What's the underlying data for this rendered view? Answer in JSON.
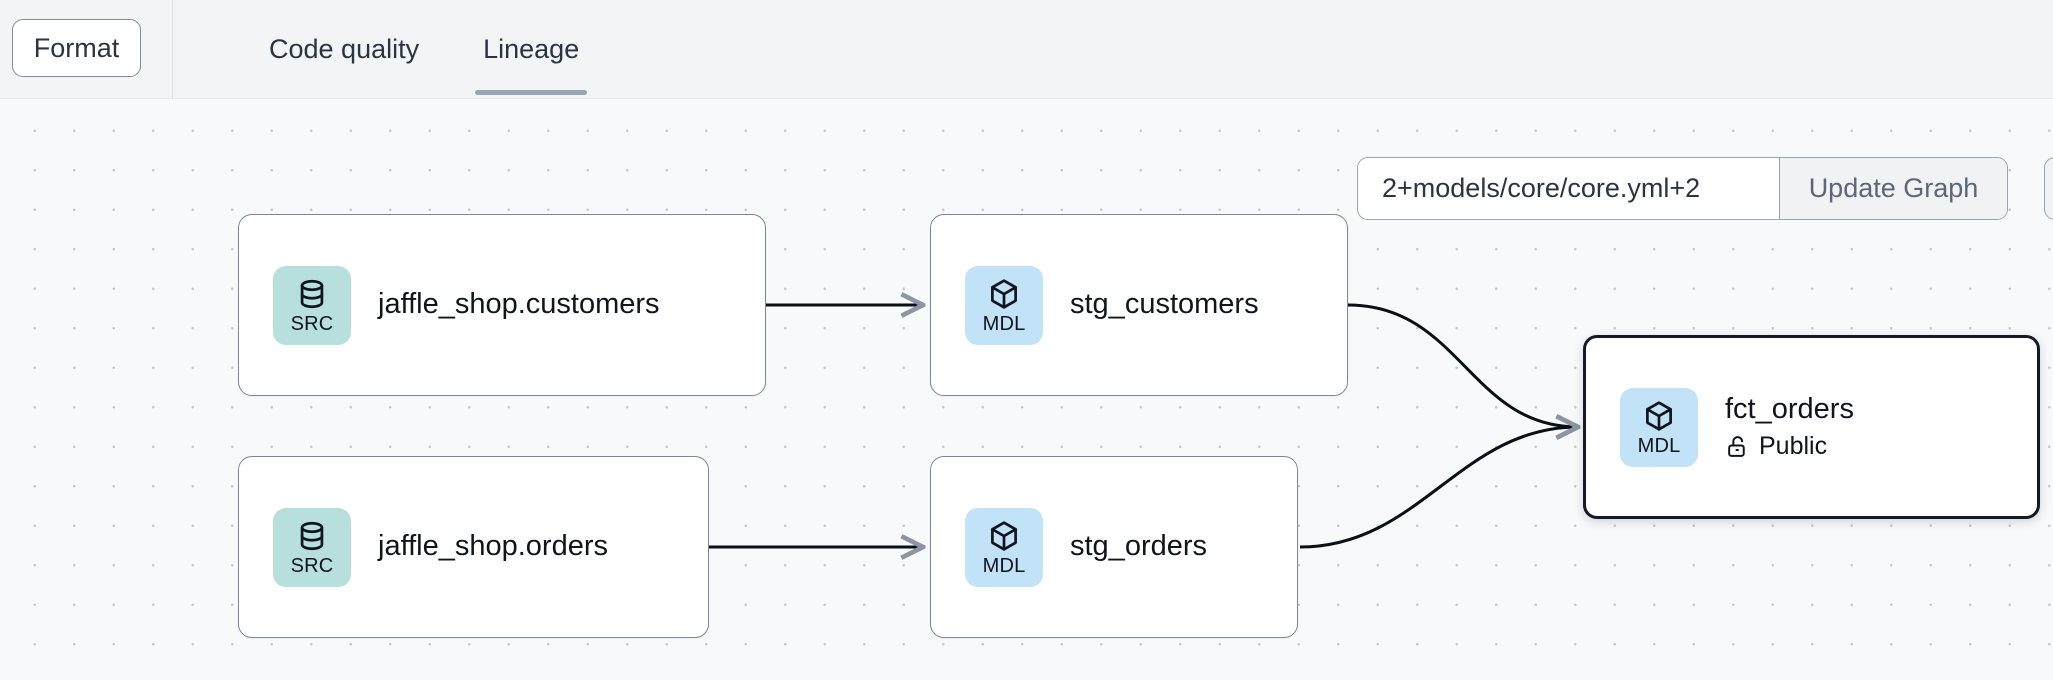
{
  "toolbar": {
    "format_label": "Format",
    "tabs": [
      {
        "label": "Code quality",
        "active": false
      },
      {
        "label": "Lineage",
        "active": true
      }
    ]
  },
  "graph_controls": {
    "selector_value": "2+models/core/core.yml+2",
    "selector_placeholder": "2+models/core/core.yml+2",
    "update_button_label": "Update Graph"
  },
  "lineage": {
    "nodes": [
      {
        "id": "src-customers",
        "badge_label": "SRC",
        "badge_kind": "database-icon",
        "badge_color": "#b7dfdc",
        "title": "jaffle_shop.customers",
        "subtitle": null,
        "selected": false
      },
      {
        "id": "mdl-stg-customers",
        "badge_label": "MDL",
        "badge_kind": "cube-icon",
        "badge_color": "#c1e2f7",
        "title": "stg_customers",
        "subtitle": null,
        "selected": false
      },
      {
        "id": "src-orders",
        "badge_label": "SRC",
        "badge_kind": "database-icon",
        "badge_color": "#b7dfdc",
        "title": "jaffle_shop.orders",
        "subtitle": null,
        "selected": false
      },
      {
        "id": "mdl-stg-orders",
        "badge_label": "MDL",
        "badge_kind": "cube-icon",
        "badge_color": "#c1e2f7",
        "title": "stg_orders",
        "subtitle": null,
        "selected": false
      },
      {
        "id": "mdl-fct-orders",
        "badge_label": "MDL",
        "badge_kind": "cube-icon",
        "badge_color": "#c1e2f7",
        "title": "fct_orders",
        "subtitle": "Public",
        "subtitle_icon": "unlock-icon",
        "selected": true
      }
    ],
    "edges": [
      {
        "from": "src-customers",
        "to": "mdl-stg-customers"
      },
      {
        "from": "src-orders",
        "to": "mdl-stg-orders"
      },
      {
        "from": "mdl-stg-customers",
        "to": "mdl-fct-orders"
      },
      {
        "from": "mdl-stg-orders",
        "to": "mdl-fct-orders"
      }
    ],
    "edge_color": "#0b0f18",
    "arrow_color": "#8d95a3"
  }
}
